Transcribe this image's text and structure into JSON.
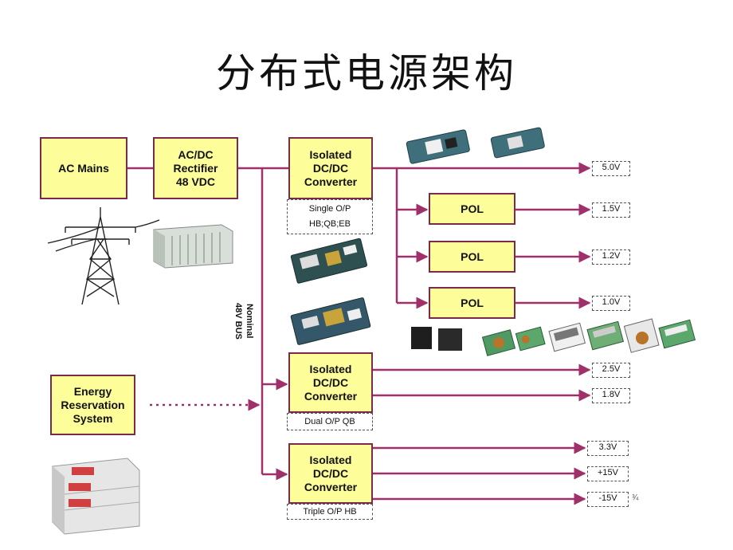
{
  "title": "分布式电源架构",
  "blocks": {
    "ac_mains": "AC Mains",
    "rectifier": "AC/DC\nRectifier\n48 VDC",
    "iso1": "Isolated\nDC/DC\nConverter",
    "iso2": "Isolated\nDC/DC\nConverter",
    "iso3": "Isolated\nDC/DC\nConverter",
    "pol1": "POL",
    "pol2": "POL",
    "pol3": "POL",
    "energy": "Energy\nReservation\nSystem"
  },
  "sublabels": {
    "single": "Single O/P\nHB;QB;EB",
    "dual": "Dual O/P QB",
    "triple": "Triple O/P HB"
  },
  "bus_label": [
    "Nominal",
    "48V BUS"
  ],
  "outputs": [
    "5.0V",
    "1.5V",
    "1.2V",
    "1.0V",
    "2.5V",
    "1.8V",
    "3.3V",
    "+15V",
    "-15V"
  ],
  "extra_mark": "¾",
  "colors": {
    "block_fill": "#fdfd9a",
    "line": "#a0306a",
    "border": "#7a2a4a"
  }
}
